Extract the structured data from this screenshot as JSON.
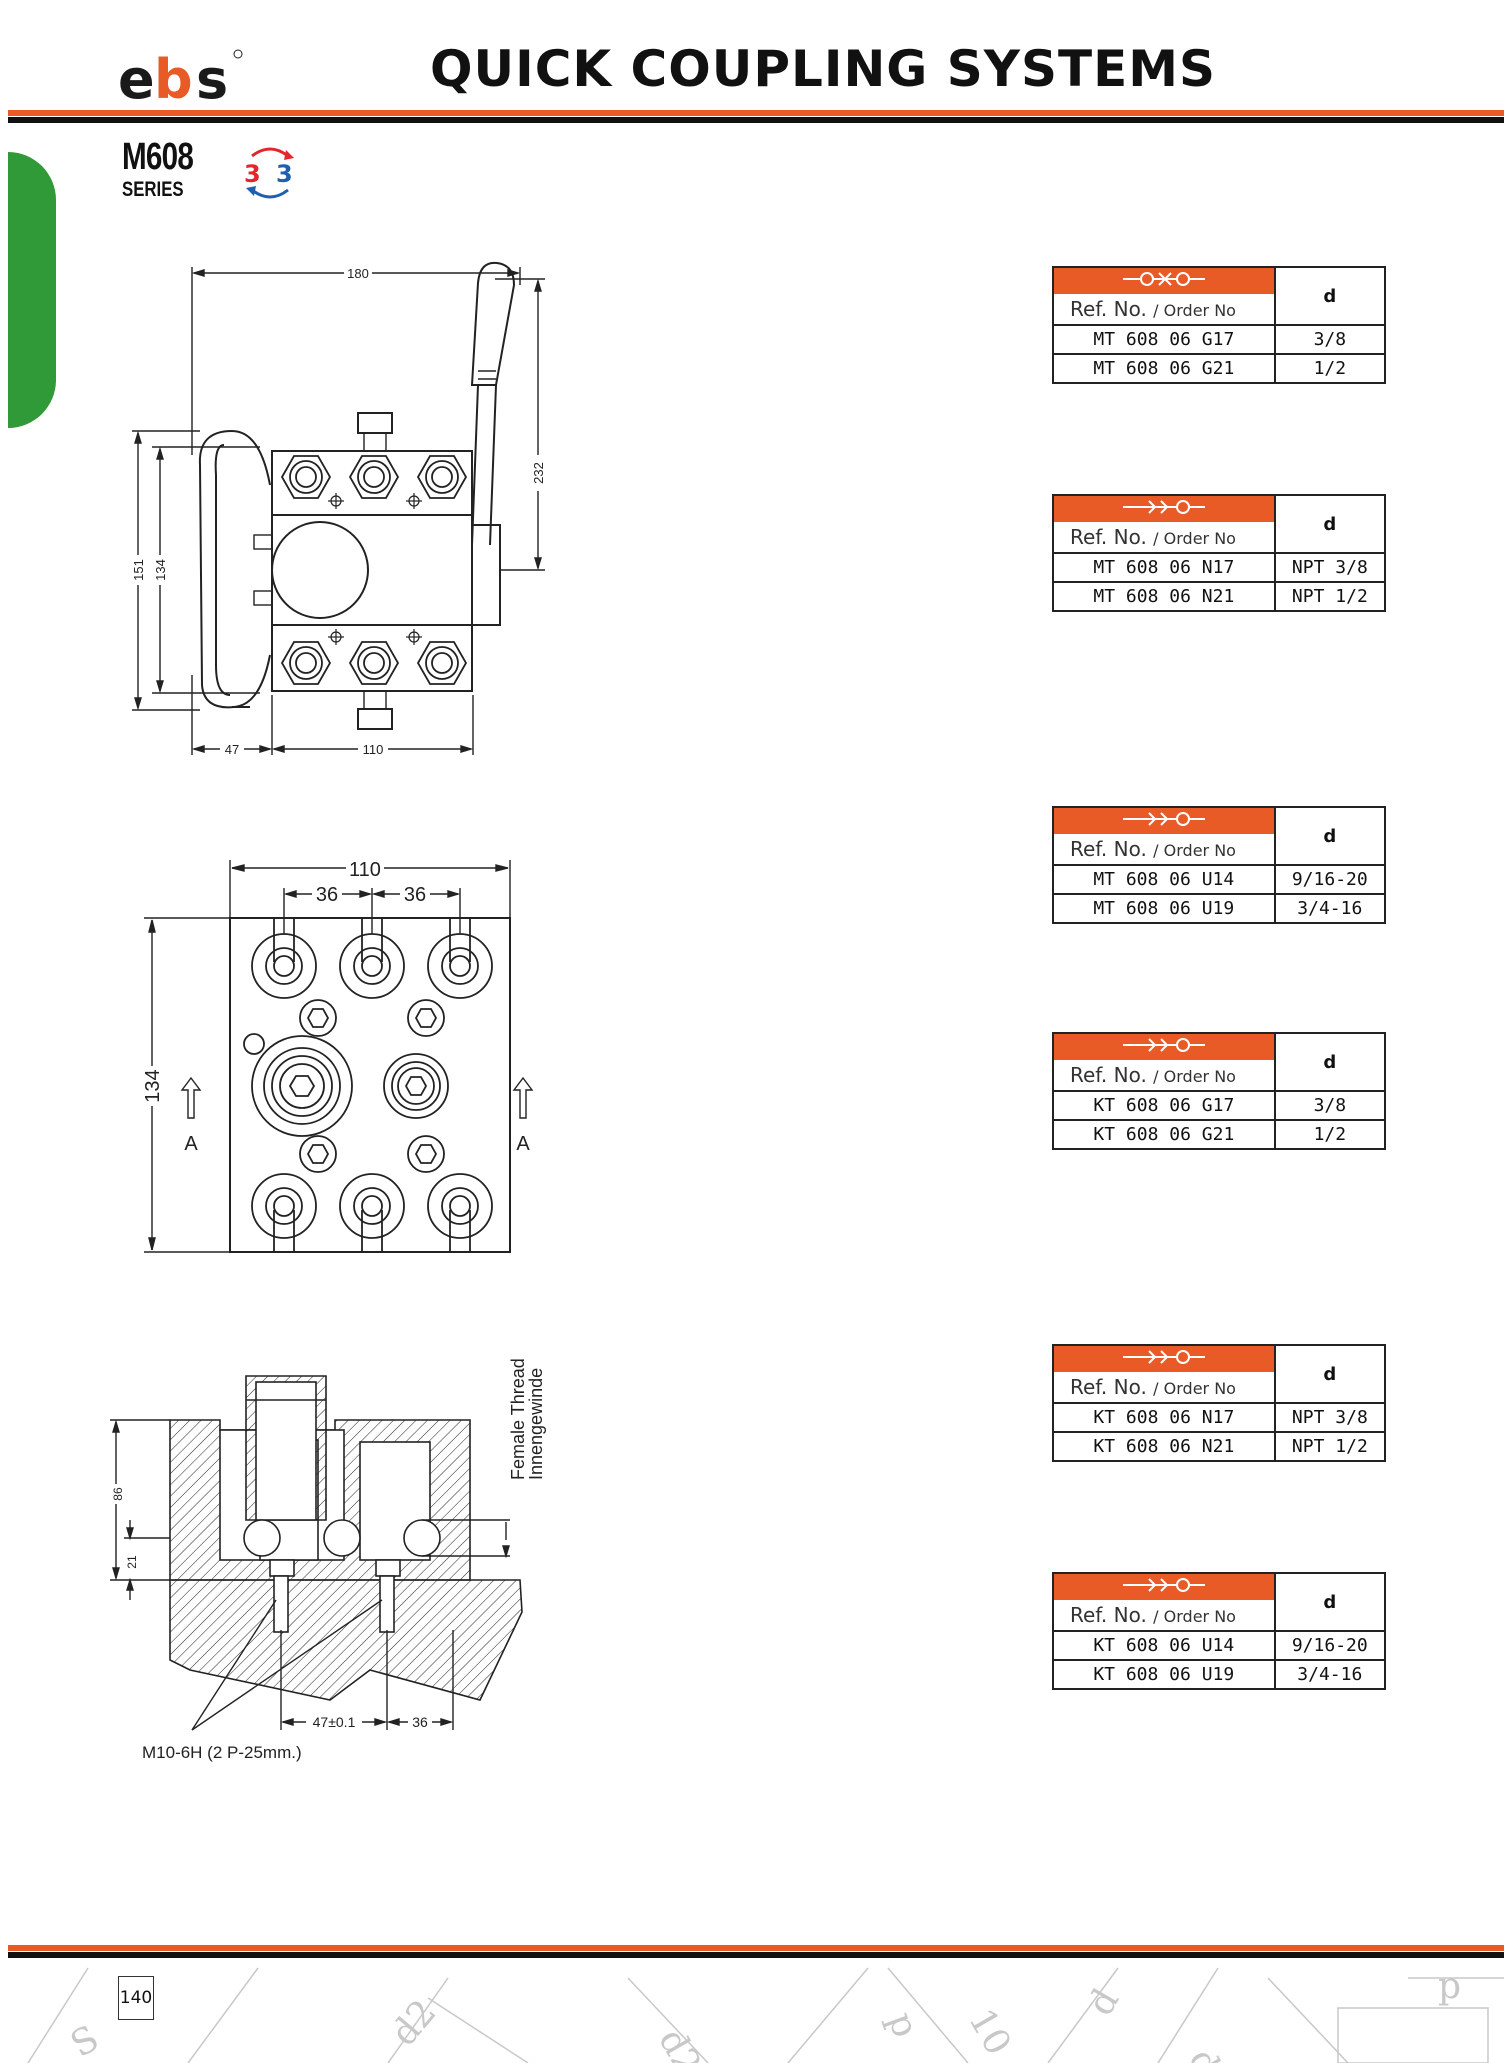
{
  "header": {
    "brand": "ebs",
    "title": "QUICK COUPLING SYSTEMS",
    "series_code": "M608",
    "series_label": "SERIES",
    "ways_in": "3",
    "ways_out": "3",
    "colors": {
      "accent": "#e85a26",
      "tab": "#2f9a37",
      "way_in": "#e2262b",
      "way_out": "#1f5fb0"
    }
  },
  "drawing1": {
    "dims": {
      "width_total": "180",
      "height_total": "232",
      "outer": "151",
      "inner": "134",
      "offset": "47",
      "body": "110"
    }
  },
  "drawing2": {
    "dims": {
      "width": "110",
      "pitch_a": "36",
      "pitch_b": "36",
      "height": "134",
      "section_left": "A",
      "section_right": "A"
    }
  },
  "drawing3": {
    "dims": {
      "height": "86",
      "lower": "21",
      "spacing": "47±0.1",
      "pitch": "36"
    },
    "thread_label_en": "Female Thread",
    "thread_label_de": "Innengewinde",
    "bolt_note": "M10-6H (2 P-25mm.)"
  },
  "tables": [
    {
      "icon": "valve-double",
      "ref_label": "Ref. No.",
      "order_label": "/ Order No",
      "col_d": "d",
      "rows": [
        {
          "ref": "MT 608 06 G17",
          "d": "3/8"
        },
        {
          "ref": "MT 608 06 G21",
          "d": "1/2"
        }
      ]
    },
    {
      "icon": "valve-single",
      "ref_label": "Ref. No.",
      "order_label": "/ Order No",
      "col_d": "d",
      "rows": [
        {
          "ref": "MT 608 06 N17",
          "d": "NPT 3/8"
        },
        {
          "ref": "MT 608 06 N21",
          "d": "NPT 1/2"
        }
      ]
    },
    {
      "icon": "valve-single",
      "ref_label": "Ref. No.",
      "order_label": "/ Order No",
      "col_d": "d",
      "rows": [
        {
          "ref": "MT 608 06 U14",
          "d": "9/16-20"
        },
        {
          "ref": "MT 608 06 U19",
          "d": "3/4-16"
        }
      ]
    },
    {
      "icon": "valve-single",
      "ref_label": "Ref. No.",
      "order_label": "/ Order No",
      "col_d": "d",
      "rows": [
        {
          "ref": "KT 608 06 G17",
          "d": "3/8"
        },
        {
          "ref": "KT 608 06 G21",
          "d": "1/2"
        }
      ]
    },
    {
      "icon": "valve-single",
      "ref_label": "Ref. No.",
      "order_label": "/ Order No",
      "col_d": "d",
      "rows": [
        {
          "ref": "KT 608 06 N17",
          "d": "NPT 3/8"
        },
        {
          "ref": "KT 608 06 N21",
          "d": "NPT 1/2"
        }
      ]
    },
    {
      "icon": "valve-single",
      "ref_label": "Ref. No.",
      "order_label": "/ Order No",
      "col_d": "d",
      "rows": [
        {
          "ref": "KT 608 06 U14",
          "d": "9/16-20"
        },
        {
          "ref": "KT 608 06 U19",
          "d": "3/4-16"
        }
      ]
    }
  ],
  "footer": {
    "page_number": "140"
  }
}
